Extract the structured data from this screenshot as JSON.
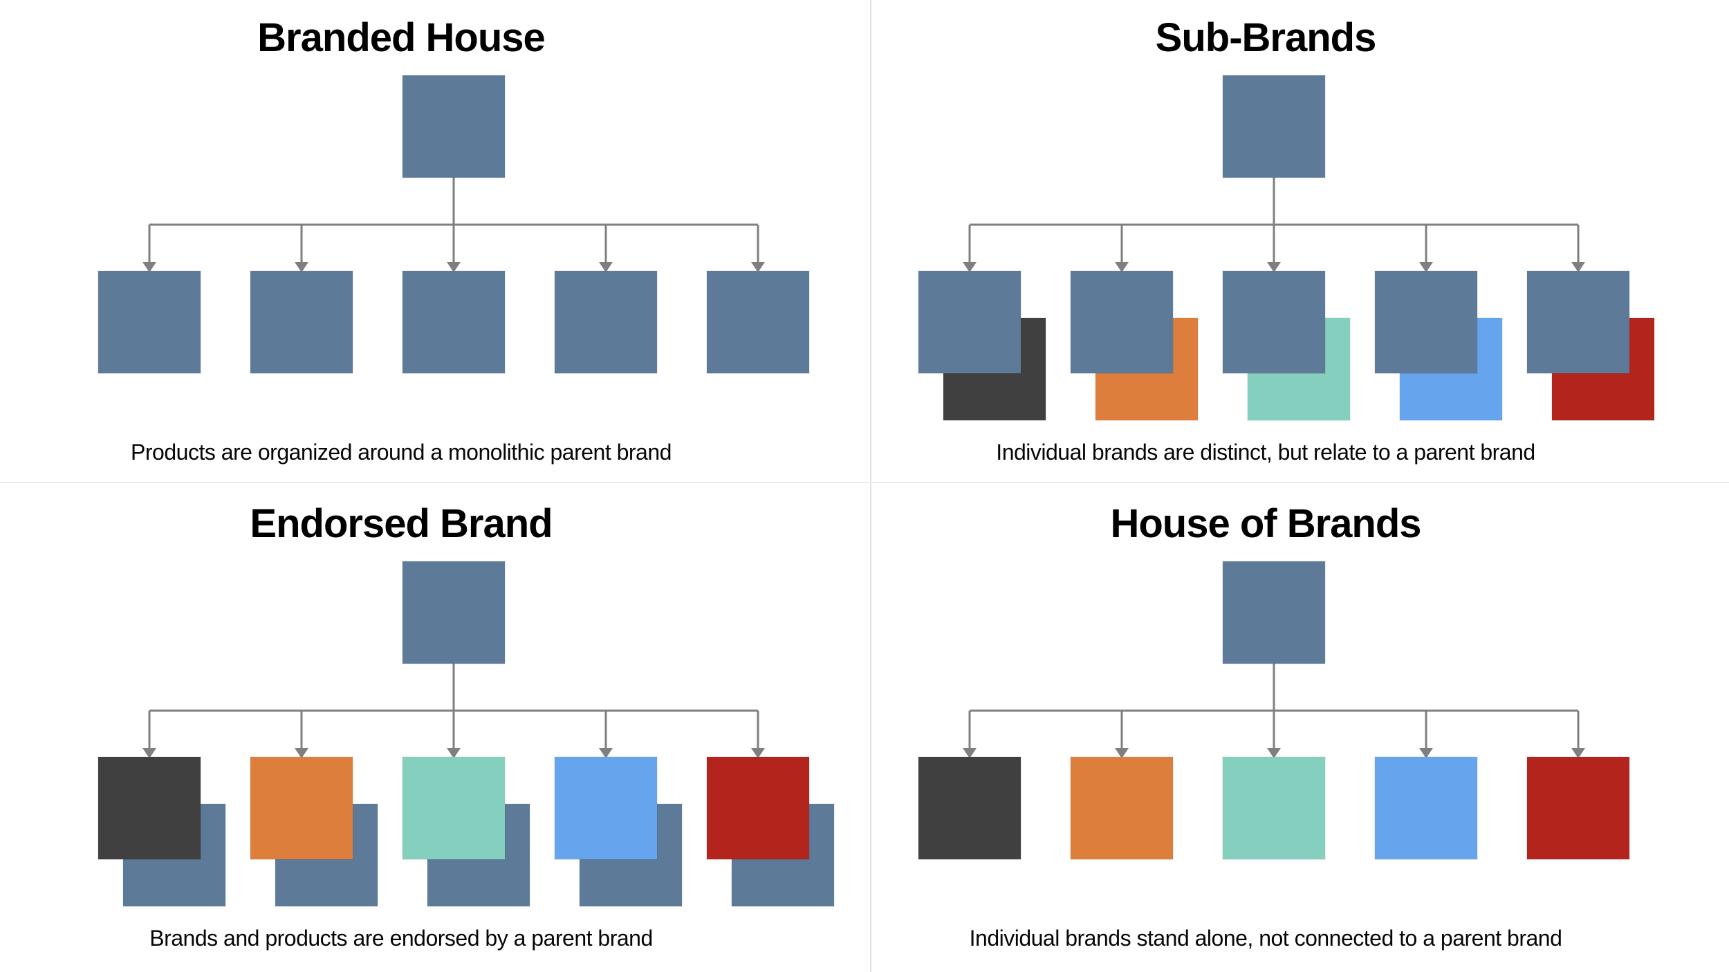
{
  "page": {
    "background": "#ffffff",
    "divider_vertical_color": "#e2e2e2",
    "divider_horizontal_color": "#ededed"
  },
  "colors": {
    "steel": "#5d7b98",
    "charcoal": "#404040",
    "orange": "#dd7e3d",
    "teal": "#84cfbe",
    "blue": "#67a4ee",
    "red": "#b3241d",
    "connector": "#7f7f7f",
    "title_text": "#000000",
    "caption_text": "#060606"
  },
  "quadrants": [
    {
      "id": "branded-house",
      "title": "Branded House",
      "caption": "Products are organized around a monolithic parent brand",
      "parent_color": "steel",
      "children": [
        {
          "front": "steel",
          "back": null
        },
        {
          "front": "steel",
          "back": null
        },
        {
          "front": "steel",
          "back": null
        },
        {
          "front": "steel",
          "back": null
        },
        {
          "front": "steel",
          "back": null
        }
      ]
    },
    {
      "id": "sub-brands",
      "title": "Sub-Brands",
      "caption": "Individual brands are distinct, but relate to a parent brand",
      "parent_color": "steel",
      "children": [
        {
          "front": "steel",
          "back": "charcoal"
        },
        {
          "front": "steel",
          "back": "orange"
        },
        {
          "front": "steel",
          "back": "teal"
        },
        {
          "front": "steel",
          "back": "blue"
        },
        {
          "front": "steel",
          "back": "red"
        }
      ]
    },
    {
      "id": "endorsed-brand",
      "title": "Endorsed Brand",
      "caption": "Brands and products are endorsed by a parent brand",
      "parent_color": "steel",
      "children": [
        {
          "front": "charcoal",
          "back": "steel"
        },
        {
          "front": "orange",
          "back": "steel"
        },
        {
          "front": "teal",
          "back": "steel"
        },
        {
          "front": "blue",
          "back": "steel"
        },
        {
          "front": "red",
          "back": "steel"
        }
      ]
    },
    {
      "id": "house-of-brands",
      "title": "House of Brands",
      "caption": "Individual brands stand alone, not connected to a parent brand",
      "parent_color": "steel",
      "children": [
        {
          "front": "charcoal",
          "back": null
        },
        {
          "front": "orange",
          "back": null
        },
        {
          "front": "teal",
          "back": null
        },
        {
          "front": "blue",
          "back": null
        },
        {
          "front": "red",
          "back": null
        }
      ]
    }
  ]
}
